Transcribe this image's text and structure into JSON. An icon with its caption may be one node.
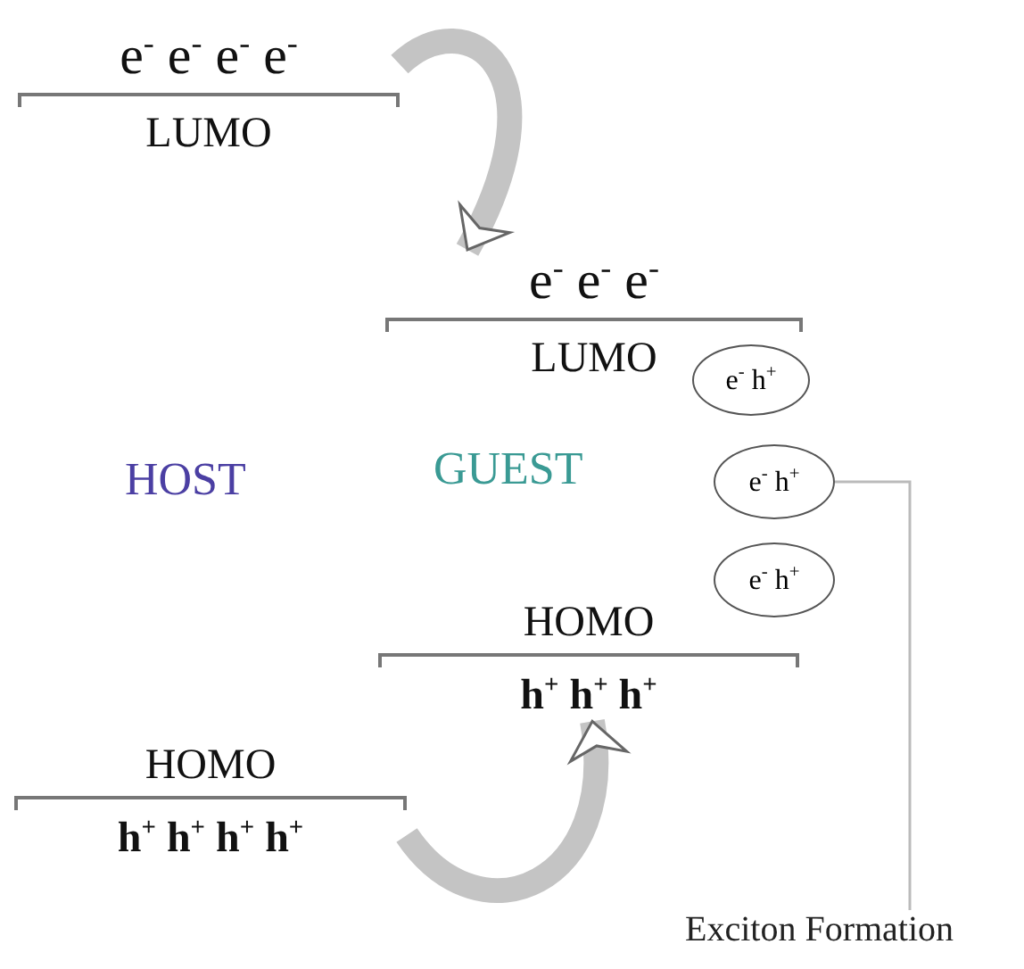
{
  "diagram": {
    "nodes": [
      {
        "text": [
          "e$^{-}$ e$^{-}$ e$^{-}$ e$^{-}$",
          "LUMO"
        ]
      },
      {
        "text": [
          "e$^{-}$ e$^{-}$ e$^{-}$",
          "LUMO"
        ]
      },
      {
        "text": [
          "HOMO",
          "h$^{+}$ h$^{+}$ h$^{+}$"
        ]
      },
      {
        "text": [
          "HOMO",
          "h$^{+}$ h$^{+}$ h$^{+}$ h$^{+}$"
        ]
      },
      {
        "text": [
          "e$^{-}$ h$^{+}$"
        ]
      },
      {
        "text": [
          "e$^{-}$ h$^{+}$"
        ]
      },
      {
        "text": [
          "e$^{-}$ h$^{+}$"
        ]
      },
      {
        "text": [
          "Exciton Formation"
        ]
      }
    ],
    "edges": [
      {
        "from": 0,
        "to": 1,
        "arrow": "to"
      },
      {
        "from": 3,
        "to": 2,
        "arrow": "to"
      },
      {
        "from": 7,
        "to": 5,
        "arrow": "none",
        "color": "#bbbbbb"
      }
    ],
    "labels": [
      "HOST",
      "GUEST"
    ]
  }
}
